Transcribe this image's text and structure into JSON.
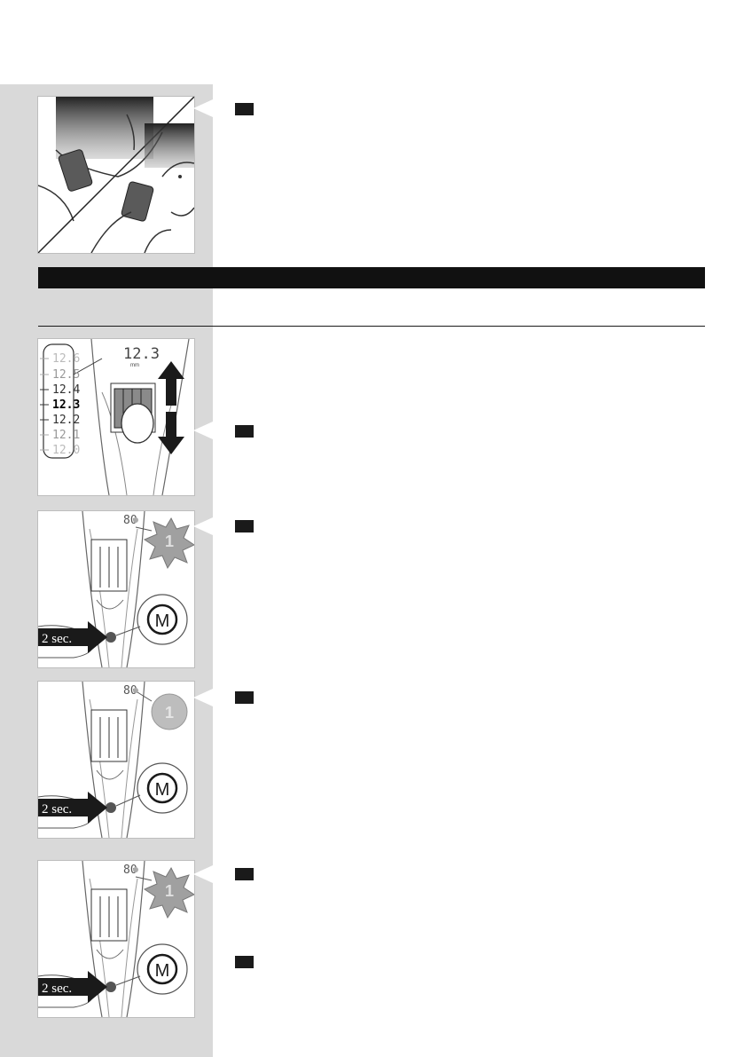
{
  "figures": [
    {
      "name": "fig-neck-trim"
    },
    {
      "name": "fig-length-setting",
      "display_top": "12.3",
      "display_unit": "mm",
      "scale_values": [
        "12.6",
        "12.5",
        "12.4",
        "12.3",
        "12.2",
        "12.1",
        "12.0"
      ]
    },
    {
      "name": "fig-memory-1",
      "display": "80",
      "badge": "1",
      "mode_button": "M",
      "hold_label": "2 sec."
    },
    {
      "name": "fig-memory-2",
      "display": "80",
      "badge": "1",
      "mode_button": "M",
      "hold_label": "2 sec."
    },
    {
      "name": "fig-memory-3",
      "display": "80",
      "badge": "1",
      "mode_button": "M",
      "hold_label": "2 sec."
    }
  ]
}
